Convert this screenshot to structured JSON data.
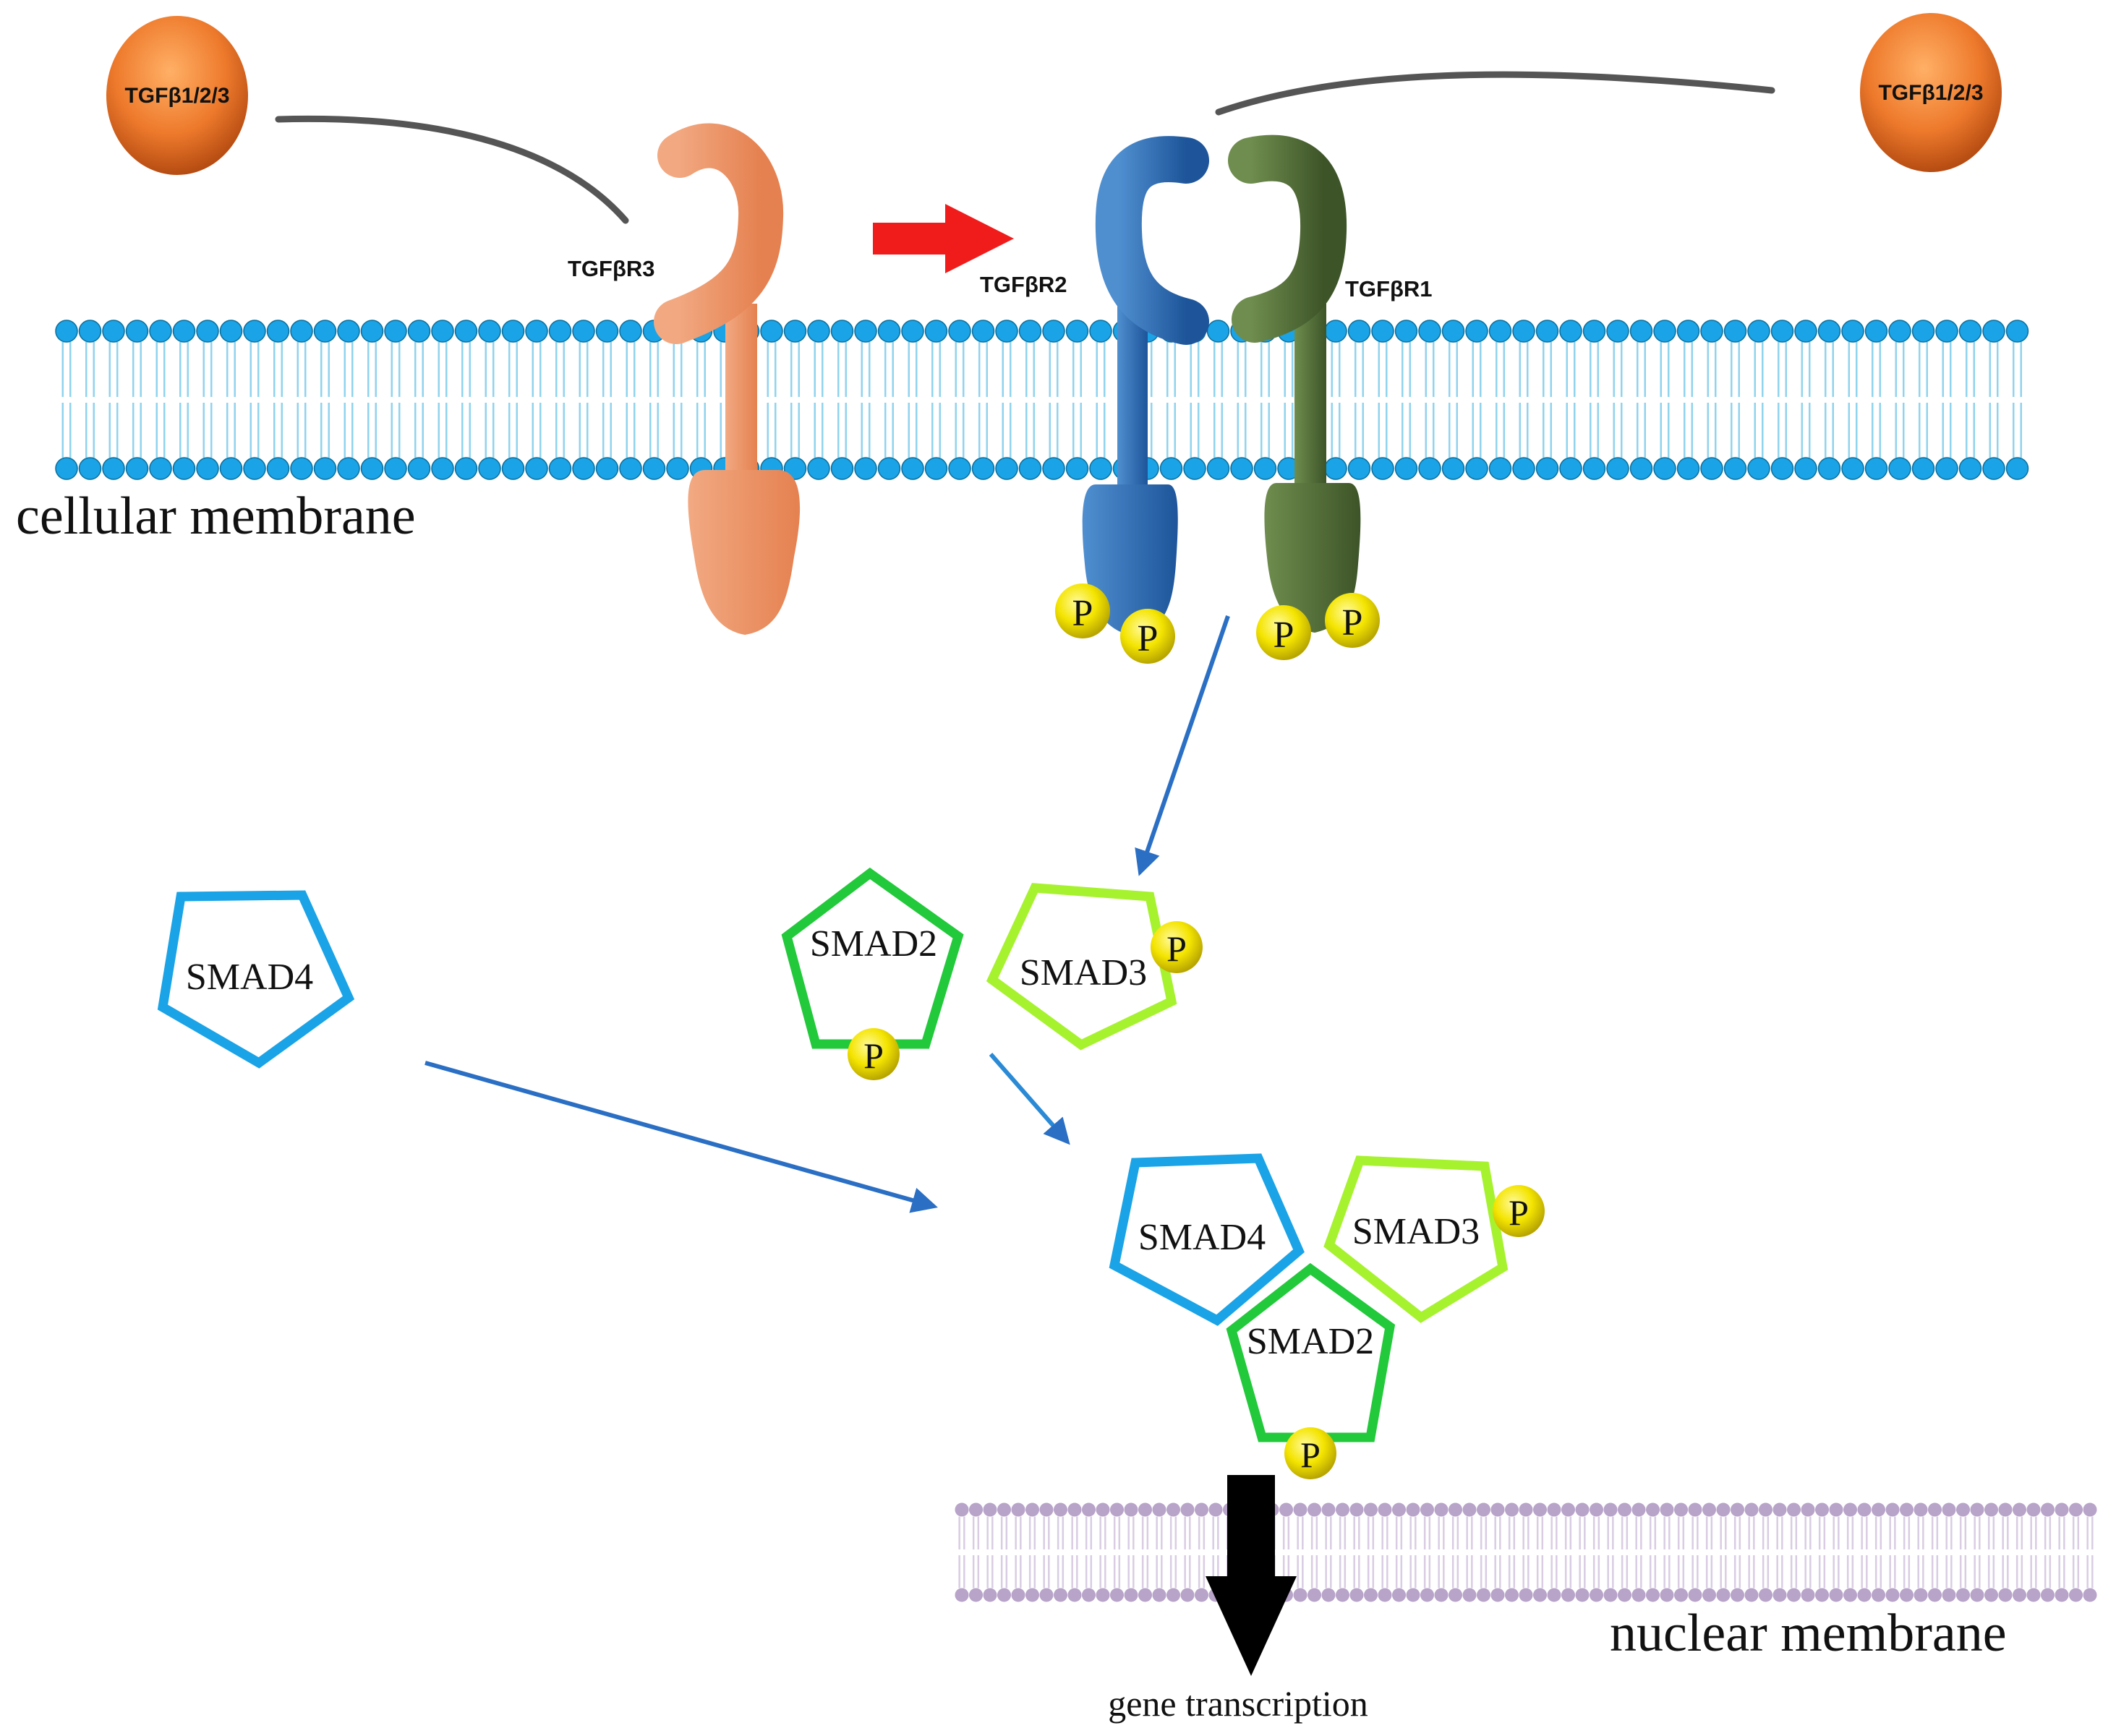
{
  "ligands": [
    {
      "label": "TGFβ1/2/3"
    },
    {
      "label": "TGFβ1/2/3"
    }
  ],
  "receptors": {
    "r3": {
      "label": "TGFβR3"
    },
    "r2": {
      "label": "TGFβR2"
    },
    "r1": {
      "label": "TGFβR1"
    }
  },
  "membranes": {
    "cellular": {
      "label": "cellular membrane"
    },
    "nuclear": {
      "label": "nuclear membrane"
    }
  },
  "phospho": {
    "label": "P"
  },
  "smads": {
    "free": [
      {
        "label": "SMAD4"
      },
      {
        "label": "SMAD2"
      },
      {
        "label": "SMAD3"
      }
    ],
    "complex": [
      {
        "label": "SMAD4"
      },
      {
        "label": "SMAD3"
      },
      {
        "label": "SMAD2"
      }
    ]
  },
  "output": {
    "label": "gene transcription"
  },
  "colors": {
    "ligand": "#e8742a",
    "membrane_head": "#1aa3e6",
    "membrane_tail": "#8fd3ee",
    "nuclear_head": "#b8a3c9",
    "nuclear_tail": "#d9cce3",
    "r3": "#e98a5a",
    "r2": "#2f6fb3",
    "r1": "#4e6b34",
    "phospho": "#f4e400",
    "smad4": "#1aa3e6",
    "smad2": "#22c93a",
    "smad3": "#a6f22e",
    "signal_arrow": "#2a6fc4",
    "activation_arrow": "#f01c1c"
  }
}
